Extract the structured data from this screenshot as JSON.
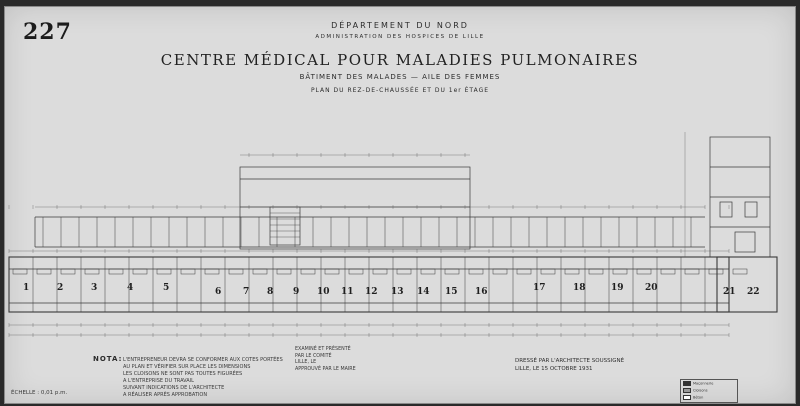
{
  "sheet": {
    "number": "227",
    "header": {
      "department": "DÉPARTEMENT DU NORD",
      "administration": "ADMINISTRATION DES HOSPICES DE LILLE",
      "title": "CENTRE MÉDICAL POUR MALADIES PULMONAIRES",
      "subtitle": "BÂTIMENT DES MALADES — AILE DES FEMMES",
      "plan_label": "PLAN DU REZ-DE-CHAUSSÉE ET DU 1er ÉTAGE"
    },
    "note": {
      "label": "NOTA:",
      "lines": [
        "L'ENTREPRENEUR DEVRA SE CONFORMER AUX COTES PORTÉES",
        "AU PLAN ET VÉRIFIER SUR PLACE LES DIMENSIONS",
        "LES CLOISONS NE SONT PAS TOUTES FIGURÉES",
        "A L'ENTREPRISE DU TRAVAIL",
        "SUIVANT INDICATIONS DE L'ARCHITECTE",
        "A RÉALISER APRÈS APPROBATION"
      ]
    },
    "scale_note": "ÉCHELLE : 0,01 p.m.",
    "approval": [
      "EXAMINÉ ET PRÉSENTÉ",
      "PAR LE COMITÉ",
      "LILLE, LE",
      "APPROUVÉ PAR LE MAIRE"
    ],
    "signature": [
      "DRESSÉ PAR L'ARCHITECTE SOUSSIGNÉ",
      "LILLE, LE 15 OCTOBRE 1931"
    ],
    "legend": {
      "items": [
        "Maçonnerie",
        "Cloisons",
        "Béton"
      ]
    },
    "room_numbers": [
      "1",
      "2",
      "3",
      "4",
      "5",
      "6",
      "7",
      "8",
      "9",
      "10",
      "11",
      "12",
      "13",
      "14",
      "15",
      "16",
      "17",
      "18",
      "19",
      "20",
      "21",
      "22"
    ]
  }
}
